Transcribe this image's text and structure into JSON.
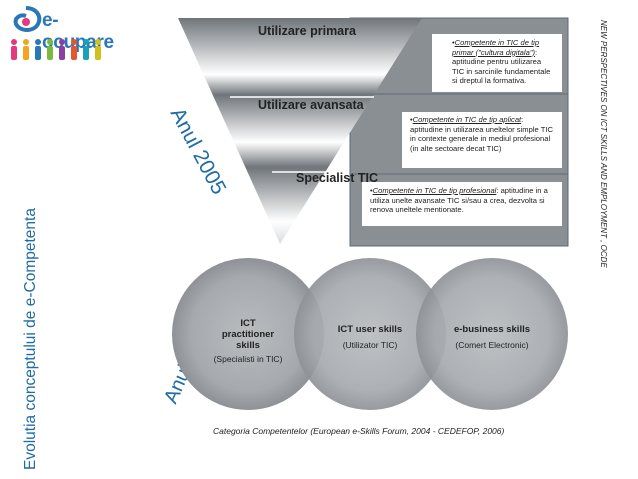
{
  "brand": {
    "logo_text": "e-ocupare",
    "figure_icons": [
      "figure-1",
      "figure-2",
      "figure-3",
      "figure-4",
      "figure-5",
      "figure-6",
      "figure-7",
      "figure-8"
    ]
  },
  "side_title": "Evolutia conceptului de e-Competenta",
  "year_2005": "Anul 2005",
  "year_2006": "Anul 2006",
  "source_vertical": "NEW PERSPECTIVES ON ICT SKILLS AND EMPLOYMENT , OCDE",
  "levels": [
    {
      "label": "Utilizare primara",
      "lead": "Competente in TIC de tip primar (\"cultura digitala\")",
      "text": ": aptitudine pentru utilizarea TIC in sarcinile fundamentale si dreptul la formativa."
    },
    {
      "label": "Utilizare avansata",
      "lead": "Competente in TIC de tip aplicat",
      "text": ": aptitudine in utilizarea uneltelor simple TIC in contexte generale in mediul profesional (in alte sectoare decat TIC)"
    },
    {
      "label": "Specialist TIC",
      "lead": "Competente in TIC de tip profesional",
      "text": ": aptitudine in a utiliza unelte avansate TIC si/sau a crea, dezvolta si renova uneltele mentionate."
    }
  ],
  "circles": [
    {
      "title": "ICT practitioner skills",
      "subtitle": "(Specialisti in TIC)"
    },
    {
      "title": "ICT user skills",
      "subtitle": "(Utilizator TIC)"
    },
    {
      "title": "e-business skills",
      "subtitle": "(Comert Electronic)"
    }
  ],
  "caption": "Categoria Competentelor (European e-Skills Forum, 2004 - CEDEFOP, 2006)",
  "colors": {
    "accent_blue": "#1e6ba6",
    "box_gray": "#8a8f94",
    "box_border": "#5d6a76"
  }
}
